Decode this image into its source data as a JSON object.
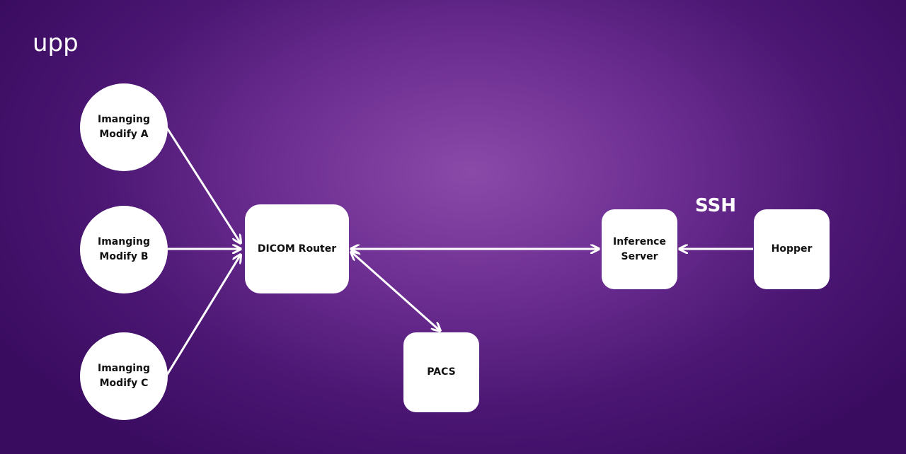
{
  "logo": {
    "text": "upp"
  },
  "nodes": {
    "imaging_a": {
      "line1": "Imanging",
      "line2": "Modify A"
    },
    "imaging_b": {
      "line1": "Imanging",
      "line2": "Modify B"
    },
    "imaging_c": {
      "line1": "Imanging",
      "line2": "Modify C"
    },
    "dicom_router": {
      "label": "DICOM Router"
    },
    "pacs": {
      "label": "PACS"
    },
    "inference_server": {
      "line1": "Inference",
      "line2": "Server"
    },
    "hopper": {
      "label": "Hopper"
    }
  },
  "edge_labels": {
    "ssh": "SSH"
  },
  "colors": {
    "node_fill": "#ffffff",
    "edge": "#ffffff",
    "text_dark": "#111111",
    "background_center": "#8a4aa8",
    "background_edge": "#3a0c60"
  }
}
